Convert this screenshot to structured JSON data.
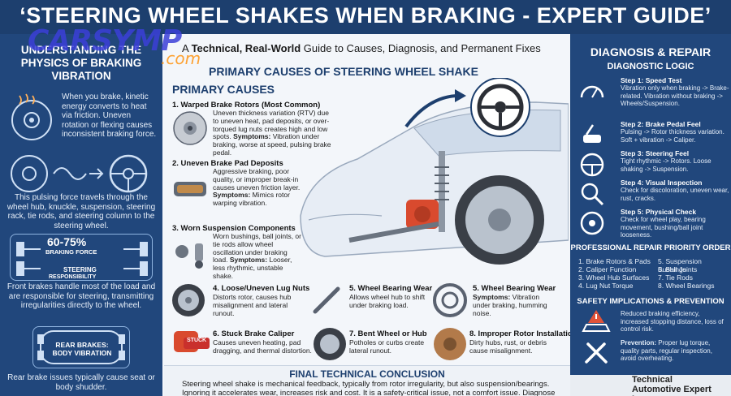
{
  "title": "‘STEERING WHEEL SHAKES WHEN BRAKING - EXPERT GUIDE’",
  "watermark": {
    "main": "CARSYMP",
    "sub": ".com"
  },
  "subtitle": {
    "prefix": "A ",
    "bold": "Technical, Real-World",
    "suffix": " Guide to Causes, Diagnosis, and Permanent Fixes"
  },
  "left": {
    "heading": "UNDERSTANDING THE PHYSICS OF BRAKING VIBRATION",
    "intro": "When you brake, kinetic energy converts to heat via friction. Uneven rotation or flexing causes inconsistent braking force.",
    "pulse": "This pulsing force travels through the wheel hub, knuckle, suspension, steering rack, tie rods, and steering column to the steering wheel.",
    "percent": "60-75%",
    "braking_force": "BRAKING FORCE",
    "steering": "STEERING",
    "responsibility": "RESPONSIBILITY",
    "front": "Front brakes handle most of the load and are responsible for steering, transmitting irregularities directly to the wheel.",
    "rear_box": "REAR BRAKES: BODY VIBRATION",
    "rear": "Rear brake issues typically cause seat or body shudder."
  },
  "middle": {
    "heading": "PRIMARY CAUSES OF STEERING WHEEL SHAKE",
    "causes_heading": "PRIMARY CAUSES",
    "causes": [
      {
        "title": "1. Warped Brake Rotors (Most Common)",
        "body": "Uneven thickness variation (RTV) due to uneven heat, pad deposits, or over-torqued lug nuts creates high and low spots.",
        "symptom_label": "Symptoms:",
        "symptom": " Vibration under braking, worse at speed, pulsing brake pedal."
      },
      {
        "title": "2. Uneven Brake Pad Deposits",
        "body": "Aggressive braking, poor quality, or improper break-in causes uneven friction layer.",
        "symptom_label": "Symptoms:",
        "symptom": " Mimics rotor warping vibration."
      },
      {
        "title": "3. Worn Suspension Components",
        "body": "Worn bushings, ball joints, or tie rods allow wheel oscillation under braking load.",
        "symptom_label": "Symptoms:",
        "symptom": " Looser, less rhythmic, unstable shake."
      }
    ],
    "grid": [
      {
        "title": "4. Loose/Uneven Lug Nuts",
        "body": "Distorts rotor, causes hub misalignment and lateral runout."
      },
      {
        "title": "5. Wheel Bearing Wear",
        "body": "Allows wheel hub to shift under braking load."
      },
      {
        "title": "5. Wheel Bearing Wear",
        "body": "Vibration under braking, humming noise.",
        "symptom_label": "Symptoms:"
      },
      {
        "title": "6. Stuck Brake Caliper",
        "body": "Causes uneven heating, pad dragging, and thermal distortion.",
        "badge": "STUCK"
      },
      {
        "title": "7. Bent Wheel or Hub",
        "body": "Potholes or curbs create lateral runout."
      },
      {
        "title": "8. Improper Rotor Installation",
        "body": "Dirty hubs, rust, or debris cause misalignment."
      }
    ],
    "conclusion_heading": "FINAL TECHNICAL CONCLUSION",
    "conclusion": "Steering wheel shake is mechanical feedback, typically from rotor irregularity, but also suspension/bearings. Ignoring it accelerates wear, increases risk and cost. It is a safety-critical issue, not a comfort issue. Diagnose and fix properly."
  },
  "right": {
    "heading": "DIAGNOSIS & REPAIR",
    "logic": "DIAGNOSTIC LOGIC",
    "steps": [
      {
        "title": "Step 1: Speed Test",
        "body": "Vibration only when braking -> Brake-related. Vibration without braking -> Wheels/Suspension."
      },
      {
        "title": "Step 2: Brake Pedal Feel",
        "body": "Pulsing -> Rotor thickness variation. Soft + vibration -> Caliper."
      },
      {
        "title": "Step 3: Steering Feel",
        "body": "Tight rhythmic -> Rotors. Loose shaking -> Suspension."
      },
      {
        "title": "Step 4: Visual Inspection",
        "body": "Check for discoloration, uneven wear, rust, cracks."
      },
      {
        "title": "Step 5: Physical Check",
        "body": "Check for wheel play, bearing movement, bushing/ball joint looseness."
      }
    ],
    "priority_heading": "PROFESSIONAL REPAIR PRIORITY ORDER",
    "priority": [
      "1. Brake Rotors & Pads",
      "2. Caliper Function",
      "3. Wheel Hub Surfaces",
      "4. Lug Nut Torque",
      "5. Suspension Bushings",
      "6. Ball Joints",
      "7. Tie Rods",
      "8. Wheel Bearings"
    ],
    "safety_heading": "SAFETY IMPLICATIONS & PREVENTION",
    "safety": "Reduced braking efficiency, increased stopping distance, loss of control risk.",
    "prevention_label": "Prevention:",
    "prevention": " Proper lug torque, quality parts, regular inspection, avoid overheating.",
    "logo": "Technical Automotive Expert Logo"
  }
}
